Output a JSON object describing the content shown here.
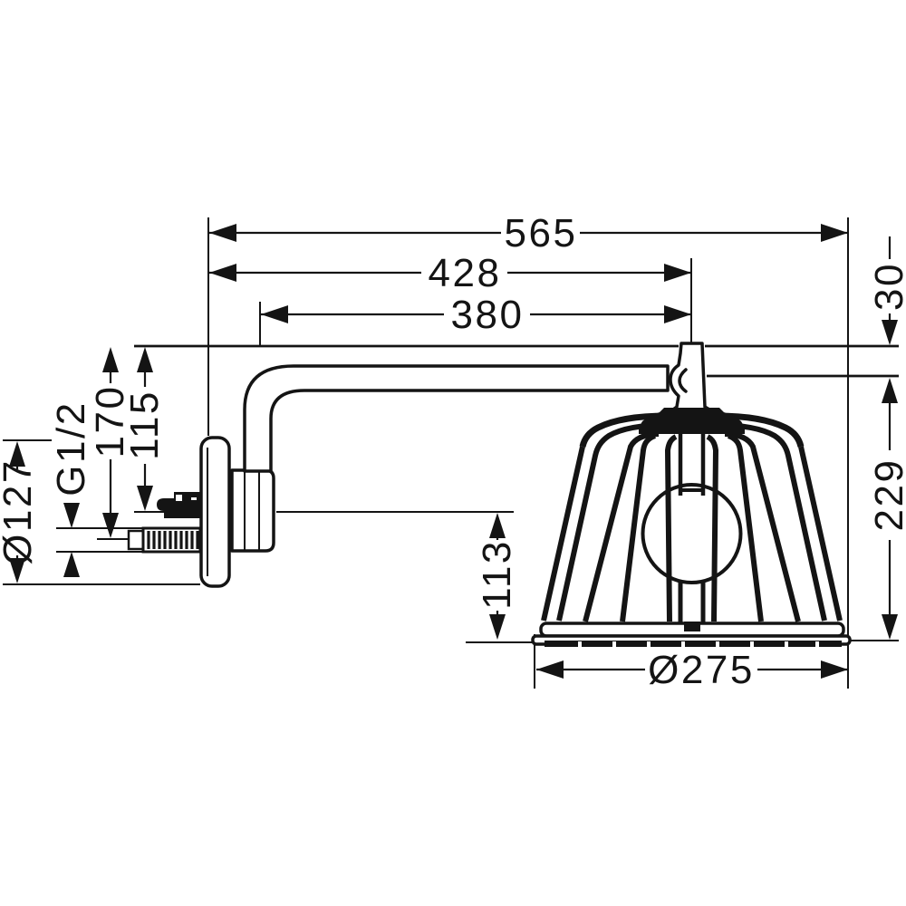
{
  "drawing": {
    "kind": "technical dimension drawing",
    "subject": "overhead lamp-cage shower head with wall-mounted shower arm",
    "line_color": "#141414",
    "background_color": "#ffffff"
  },
  "dimensions": {
    "total_projection": "565",
    "projection_to_pivot": "428",
    "arm_length": "380",
    "pivot_drop": "30",
    "head_height": "229",
    "head_diameter": "Ø275",
    "outlet_to_spray_face": "113",
    "escutcheon_diameter": "Ø127",
    "connection_thread": "G1/2",
    "lower_connection_offset": "170",
    "upper_connection_offset": "115"
  }
}
